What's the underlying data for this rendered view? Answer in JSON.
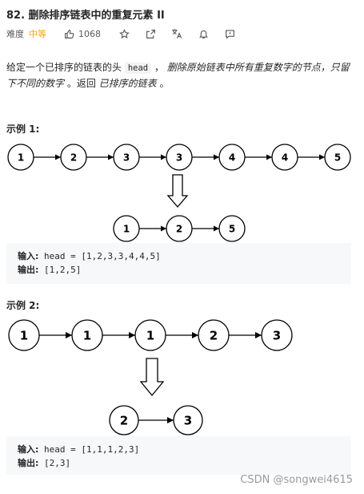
{
  "problem": {
    "title": "82. 删除排序链表中的重复元素 II",
    "difficulty_label": "难度",
    "difficulty": "中等",
    "likes": "1068",
    "accent_color": "#ffa116"
  },
  "toolbar_icons": [
    "thumb-up-icon",
    "star-icon",
    "share-icon",
    "translate-icon",
    "bell-icon",
    "comment-icon"
  ],
  "description": {
    "part1": "给定一个已排序的链表的头 ",
    "code": "head",
    "part2": " ， ",
    "em1": "删除原始链表中所有重复数字的节点，只留下不同的数字",
    "part3": " 。返回 ",
    "em2": "已排序的链表",
    "part4": " 。"
  },
  "example1": {
    "title": "示例 1:",
    "input_nodes": [
      "1",
      "2",
      "3",
      "3",
      "4",
      "4",
      "5"
    ],
    "output_nodes": [
      "1",
      "2",
      "5"
    ],
    "input_label": "输入:",
    "input_value": "head = [1,2,3,3,4,4,5]",
    "output_label": "输出:",
    "output_value": "[1,2,5]"
  },
  "example2": {
    "title": "示例 2:",
    "input_nodes": [
      "1",
      "1",
      "1",
      "2",
      "3"
    ],
    "output_nodes": [
      "2",
      "3"
    ],
    "input_label": "输入:",
    "input_value": "head = [1,1,1,2,3]",
    "output_label": "输出:",
    "output_value": "[2,3]"
  },
  "watermark": "CSDN @songwei4615"
}
